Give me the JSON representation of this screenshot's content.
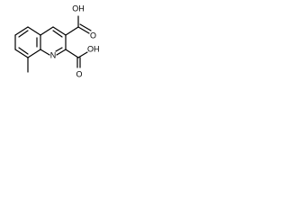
{
  "molecule": {
    "labels": {
      "oh_top": "OH",
      "o_top": "O",
      "oh_bottom": "OH",
      "o_bottom": "O",
      "n_ring": "N"
    }
  }
}
